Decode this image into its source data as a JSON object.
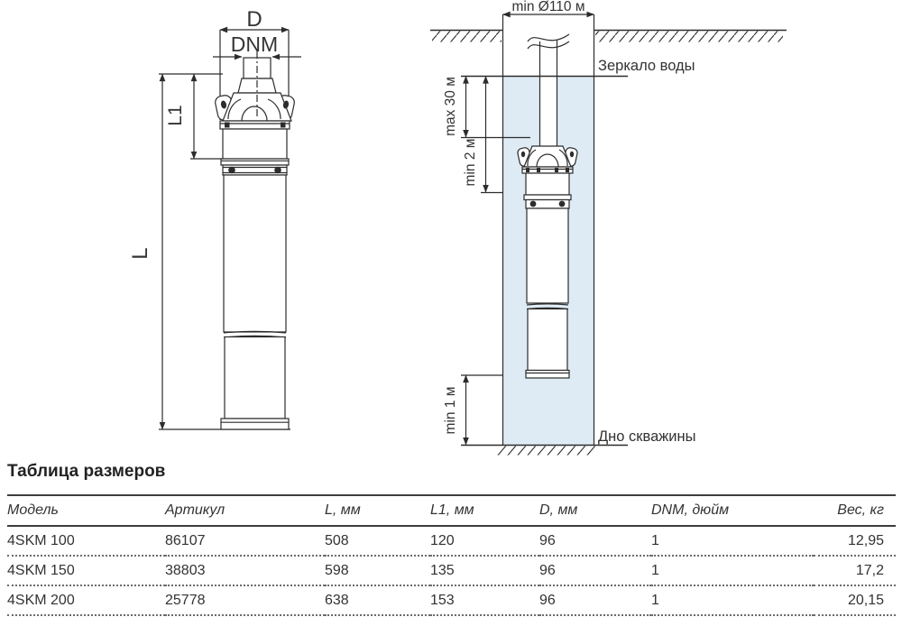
{
  "diagram": {
    "pump_view": {
      "dim_d": "D",
      "dim_dnm": "DNM",
      "dim_l1": "L1",
      "dim_l": "L"
    },
    "well_view": {
      "min_diameter": "min Ø110 м",
      "water_level": "Зеркало воды",
      "max_depth": "max 30 м",
      "min_head_depth": "min 2 м",
      "min_bottom_clearance": "min 1 м",
      "well_bottom": "Дно скважины"
    },
    "colors": {
      "line": "#2c2c2c",
      "water_fill": "#deebf5",
      "label_text": "#333333"
    }
  },
  "size_table": {
    "title": "Таблица размеров",
    "headers": [
      "Модель",
      "Артикул",
      "L, мм",
      "L1, мм",
      "D, мм",
      "DNM, дюйм",
      "Вес, кг"
    ],
    "rows": [
      [
        "4SKM 100",
        "86107",
        "508",
        "120",
        "96",
        "1",
        "12,95"
      ],
      [
        "4SKM 150",
        "38803",
        "598",
        "135",
        "96",
        "1",
        "17,2"
      ],
      [
        "4SKM 200",
        "25778",
        "638",
        "153",
        "96",
        "1",
        "20,15"
      ]
    ]
  }
}
